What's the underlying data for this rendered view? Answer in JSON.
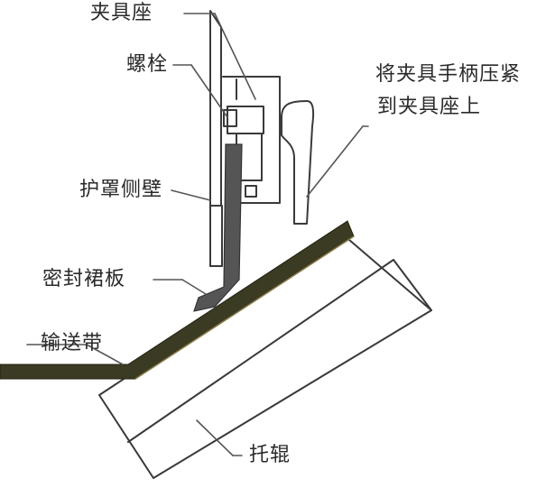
{
  "labels": {
    "fixture_seat": "夹具座",
    "bolt": "螺栓",
    "guard_side_wall": "护罩侧壁",
    "press_handle_line1": "将夹具手柄压紧",
    "press_handle_line2": "到夹具座上",
    "seal_skirt": "密封裙板",
    "conveyor_belt": "输送带",
    "idler": "托辊"
  },
  "colors": {
    "belt_fill": "#3b3a22",
    "skirt_fill": "#555555",
    "line": "#3a3a3a",
    "background": "#ffffff"
  }
}
